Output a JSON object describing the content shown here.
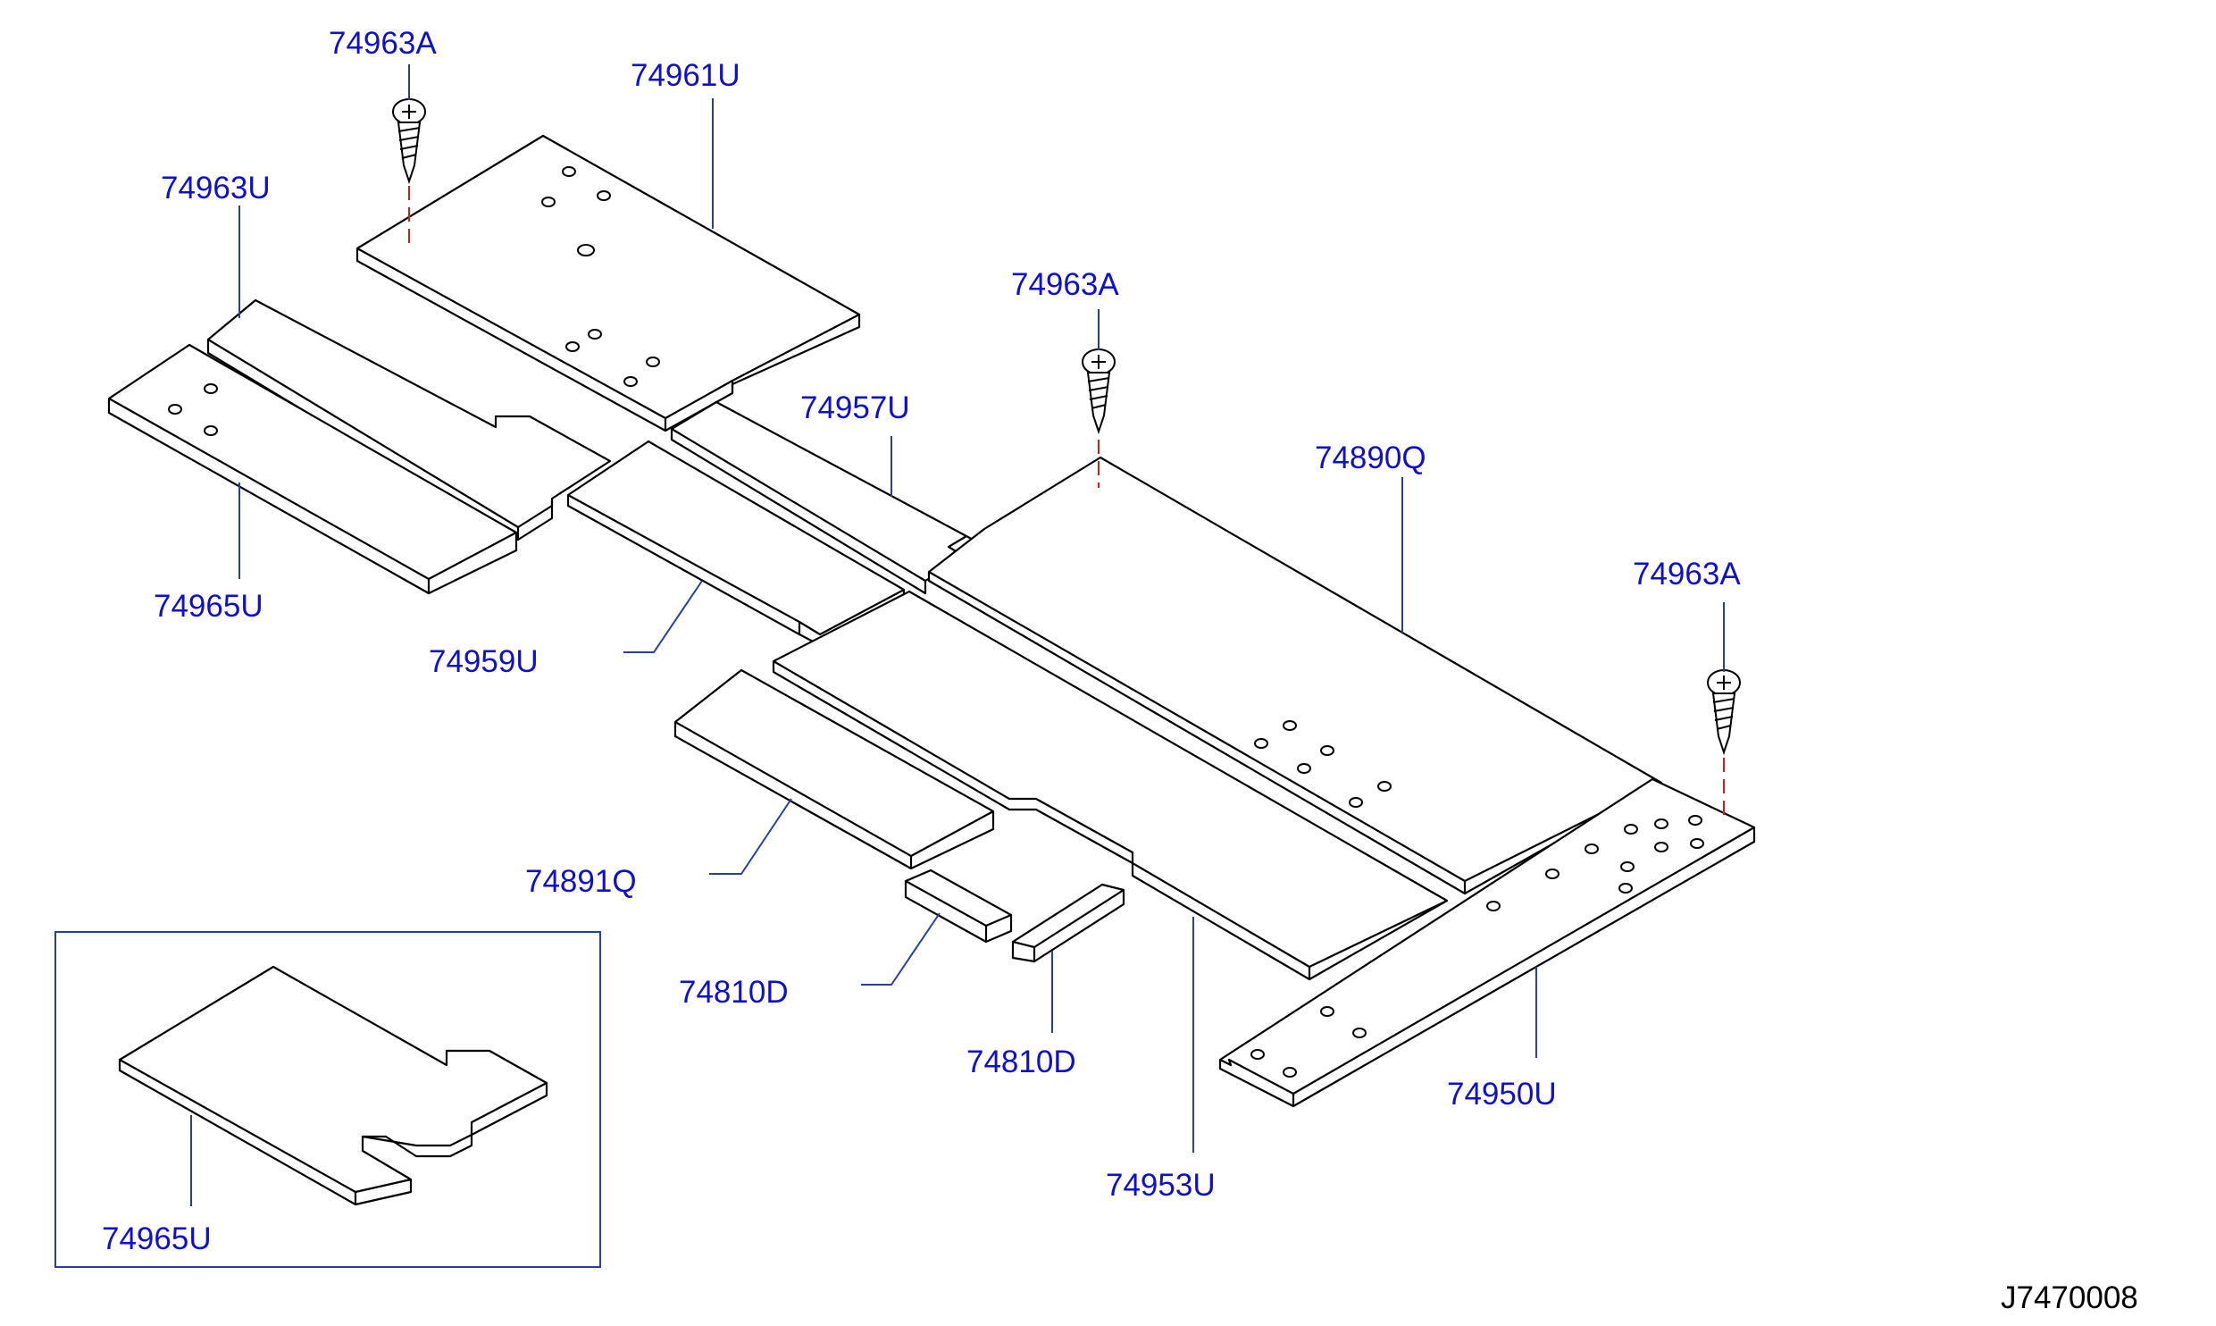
{
  "diagram_ref": "J7470008",
  "callouts": {
    "screw_top_left": "74963A",
    "screw_center": "74963A",
    "screw_right": "74963A",
    "p74961U": "74961U",
    "p74963U": "74963U",
    "p74965U": "74965U",
    "p74957U": "74957U",
    "p74959U": "74959U",
    "p74890Q": "74890Q",
    "p74891Q": "74891Q",
    "p74810D_left": "74810D",
    "p74810D_right": "74810D",
    "p74953U": "74953U",
    "p74950U": "74950U",
    "inset_74965U": "74965U"
  }
}
